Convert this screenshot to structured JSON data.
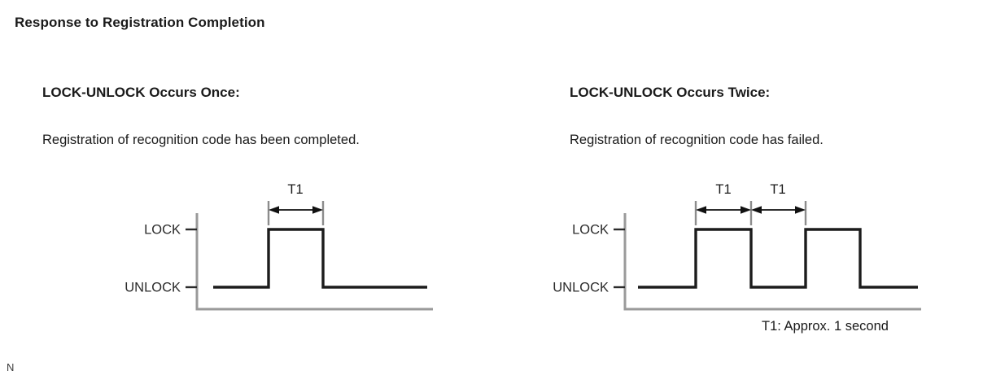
{
  "title": "Response to Registration Completion",
  "page_marker": "N",
  "footnote": "T1: Approx. 1 second",
  "panels": [
    {
      "heading": "LOCK-UNLOCK Occurs Once:",
      "description": "Registration of recognition code has been completed.",
      "axis_labels": {
        "high": "LOCK",
        "low": "UNLOCK"
      },
      "dimension_labels": [
        "T1"
      ]
    },
    {
      "heading": "LOCK-UNLOCK Occurs Twice:",
      "description": "Registration of recognition code has failed.",
      "axis_labels": {
        "high": "LOCK",
        "low": "UNLOCK"
      },
      "dimension_labels": [
        "T1",
        "T1"
      ]
    }
  ],
  "chart_data": [
    {
      "type": "line",
      "title": "LOCK-UNLOCK Occurs Once",
      "xlabel": "",
      "ylabel": "",
      "states": [
        "UNLOCK",
        "LOCK"
      ],
      "x": [
        0,
        68,
        68,
        135,
        135,
        263
      ],
      "values": [
        "UNLOCK",
        "UNLOCK",
        "LOCK",
        "LOCK",
        "UNLOCK",
        "UNLOCK"
      ],
      "pulses": [
        {
          "start": 68,
          "end": 135,
          "label": "T1"
        }
      ],
      "annotations": [
        "T1"
      ],
      "grid": false,
      "legend": "none"
    },
    {
      "type": "line",
      "title": "LOCK-UNLOCK Occurs Twice",
      "xlabel": "",
      "ylabel": "",
      "states": [
        "UNLOCK",
        "LOCK"
      ],
      "x": [
        0,
        87,
        87,
        155,
        155,
        222,
        222,
        289,
        289,
        360
      ],
      "values": [
        "UNLOCK",
        "UNLOCK",
        "LOCK",
        "LOCK",
        "UNLOCK",
        "UNLOCK",
        "LOCK",
        "LOCK",
        "UNLOCK",
        "UNLOCK"
      ],
      "pulses": [
        {
          "start": 87,
          "end": 155,
          "label": "T1"
        },
        {
          "start": 155,
          "end": 222,
          "label": "T1"
        }
      ],
      "annotations": [
        "T1",
        "T1"
      ],
      "note": "T1: Approx. 1 second",
      "grid": false,
      "legend": "none"
    }
  ]
}
